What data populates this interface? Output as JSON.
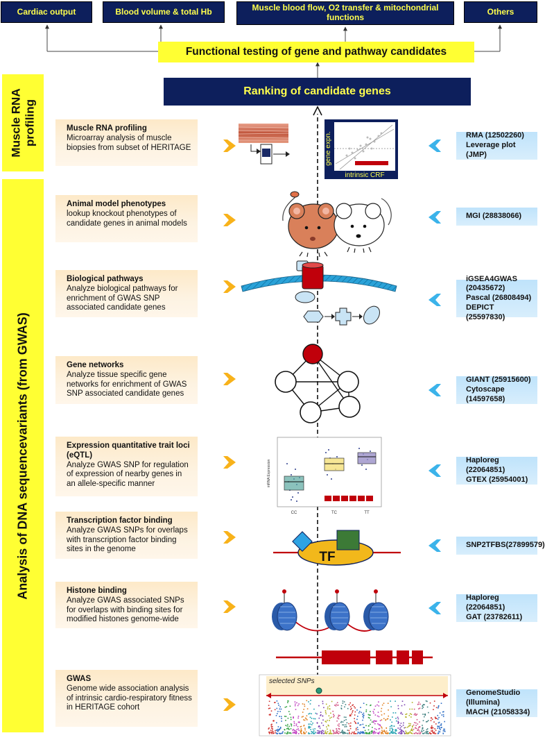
{
  "outputs": [
    "Cardiac output",
    "Blood volume & total Hb",
    "Muscle blood flow, O2 transfer & mitochondrial functions",
    "Others"
  ],
  "functional_testing": "Functional testing of gene and pathway candidates",
  "ranking": "Ranking of candidate genes",
  "sidebars": {
    "rna": "Muscle RNA profiling",
    "dna": "Analysis of DNA sequencevariants (from GWAS)"
  },
  "steps": [
    {
      "title": "Muscle RNA profiling",
      "desc": "Microarray analysis of muscle biopsies from subset of HERITAGE",
      "tools": [
        "RMA (12502260)",
        "Leverage plot (JMP)"
      ]
    },
    {
      "title": "Animal model phenotypes",
      "desc": "lookup knockout phenotypes of candidate genes in animal models",
      "tools": [
        "MGI (28838066)"
      ]
    },
    {
      "title": "Biological pathways",
      "desc": "Analyze biological pathways for enrichment of GWAS SNP associated candidate genes",
      "tools": [
        "iGSEA4GWAS (20435672)",
        "Pascal (26808494)",
        "DEPICT (25597830)"
      ]
    },
    {
      "title": "Gene networks",
      "desc": "Analyze tissue specific gene networks for enrichment of GWAS SNP associated candidate genes",
      "tools": [
        "GIANT (25915600)",
        "Cytoscape (14597658)"
      ]
    },
    {
      "title": "Expression quantitative trait loci (eQTL)",
      "desc": "Analyze GWAS SNP for regulation of expression of nearby genes in an allele-specific manner",
      "tools": [
        "Haploreg (22064851)",
        "GTEX (25954001)"
      ]
    },
    {
      "title": "Transcription factor binding",
      "desc": "Analyze GWAS SNPs for overlaps with transcription factor binding sites in the genome",
      "tools": [
        "SNP2TFBS(27899579)"
      ]
    },
    {
      "title": "Histone binding",
      "desc": "Analyze GWAS associated SNPs for overlaps with binding sites for modified histones genome-wide",
      "tools": [
        "Haploreg (22064851)",
        "GAT (23782611)"
      ]
    },
    {
      "title": "GWAS",
      "desc": "Genome wide association analysis of intrinsic cardio-respiratory fitness in HERITAGE cohort",
      "tools": [
        "GenomeStudio (Illumina)",
        "MACH (21058334)"
      ]
    }
  ],
  "graphics": {
    "rna_plot_ylabel": "gene expn.",
    "rna_plot_xlabel": "intrinsic CRF",
    "eqtl_ylabel": "mRNA Expression",
    "eqtl_groups": [
      "CC",
      "TC",
      "TT"
    ],
    "tf_label": "TF",
    "gwas_label": "selected SNPs",
    "colors": {
      "navy": "#0d1f5c",
      "yellow": "#ffff33",
      "red": "#c0000b",
      "orange_arrow": "#f8b21a",
      "blue_arrow": "#3bb3ea"
    }
  }
}
